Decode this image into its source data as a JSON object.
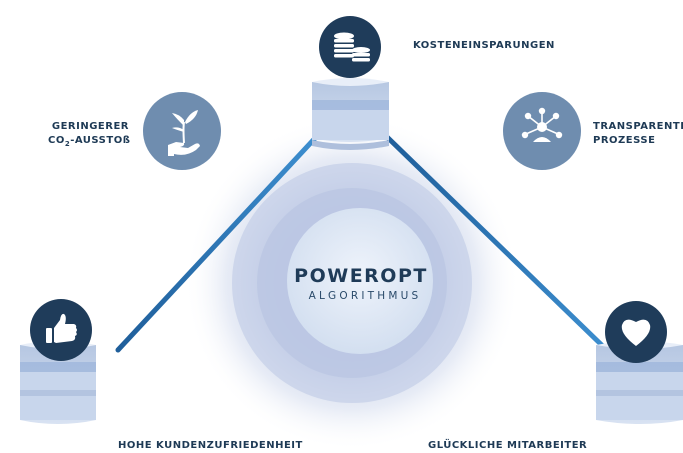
{
  "center": {
    "title": "POWEROPT",
    "subtitle": "ALGORITHMUS"
  },
  "labels": {
    "kosten": "KOSTENEINSPARUNGEN",
    "co2_line1": "GERINGERER",
    "co2_line2_pre": "CO",
    "co2_line2_sub": "2",
    "co2_line2_post": "-AUSSTOß",
    "transparent_line1": "TRANSPARENTE",
    "transparent_line2": "PROZESSE",
    "kunden": "HOHE KUNDENZUFRIEDENHEIT",
    "mitarbeiter": "GLÜCKLICHE MITARBEITER"
  },
  "icons": {
    "kosten": "coins-icon",
    "co2": "plant-in-hand-icon",
    "transparent": "network-person-icon",
    "kunden": "thumbs-up-icon",
    "mitarbeiter": "heart-icon"
  },
  "colors": {
    "dark_navy": "#1f3c5a",
    "medium_blue": "#6f8daf",
    "line_blue": "#2a73b8",
    "glow": "#c9d6ec"
  }
}
